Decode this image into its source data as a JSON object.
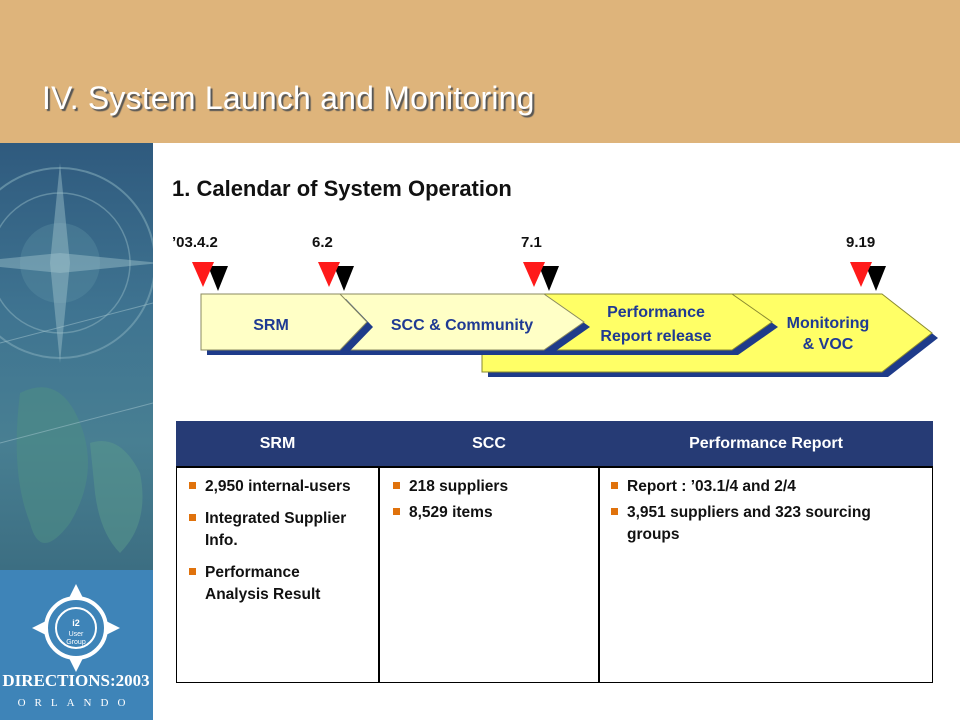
{
  "title": "IV. System Launch and Monitoring",
  "subtitle": "1. Calendar of System Operation",
  "timeline": {
    "dates": [
      "’03.4.2",
      "6.2",
      "7.1",
      "9.19"
    ],
    "phases": [
      "SRM",
      "SCC & Community",
      "Performance Report release",
      "Monitoring & VOC"
    ]
  },
  "table": {
    "headers": [
      "SRM",
      "SCC",
      "Performance Report"
    ],
    "columns": [
      [
        "2,950 internal-users",
        "Integrated Supplier Info.",
        "Performance Analysis Result"
      ],
      [
        "218 suppliers",
        "8,529 items"
      ],
      [
        "Report : ’03.1/4 and 2/4",
        "3,951 suppliers and 323 sourcing groups"
      ]
    ]
  },
  "logo": {
    "inner_text": "i2 User Group",
    "brand": "DIRECTIONS:2003",
    "city": "ORLANDO"
  },
  "colors": {
    "header_bg": "#deb47b",
    "table_header": "#263b75",
    "bullet": "#e0720c",
    "arrow_light": "#ffffc6",
    "arrow_yellow": "#ffff66",
    "arrow_shadow": "#1e3b8a",
    "marker_red": "#ff1a1a"
  }
}
